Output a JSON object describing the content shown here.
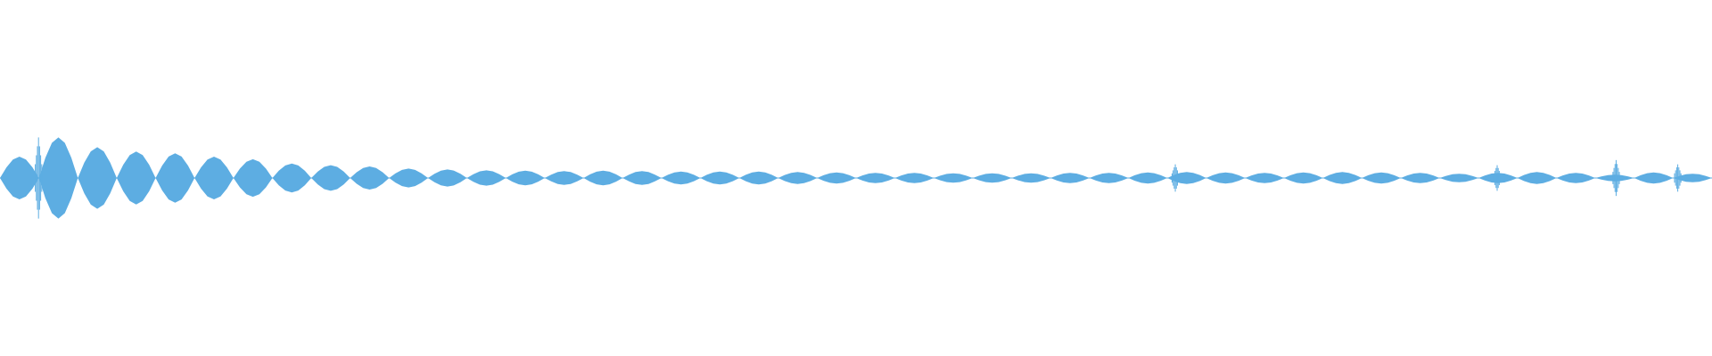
{
  "waveform": {
    "color": "#5dade2",
    "background": "#ffffff",
    "beat_envelope": [
      0.5,
      0.95,
      0.72,
      0.62,
      0.58,
      0.5,
      0.44,
      0.34,
      0.3,
      0.27,
      0.22,
      0.2,
      0.18,
      0.17,
      0.16,
      0.17,
      0.16,
      0.15,
      0.15,
      0.15,
      0.14,
      0.13,
      0.12,
      0.12,
      0.11,
      0.11,
      0.11,
      0.12,
      0.12,
      0.13,
      0.14,
      0.13,
      0.12,
      0.13,
      0.14,
      0.13,
      0.12,
      0.1,
      0.12,
      0.14,
      0.12,
      0.08,
      0.13,
      0.1
    ],
    "spikes": [
      {
        "at": 0.0225,
        "height": 0.95
      },
      {
        "at": 0.6865,
        "height": 0.32
      },
      {
        "at": 0.8745,
        "height": 0.3
      },
      {
        "at": 0.944,
        "height": 0.42
      },
      {
        "at": 0.98,
        "height": 0.32
      }
    ]
  }
}
